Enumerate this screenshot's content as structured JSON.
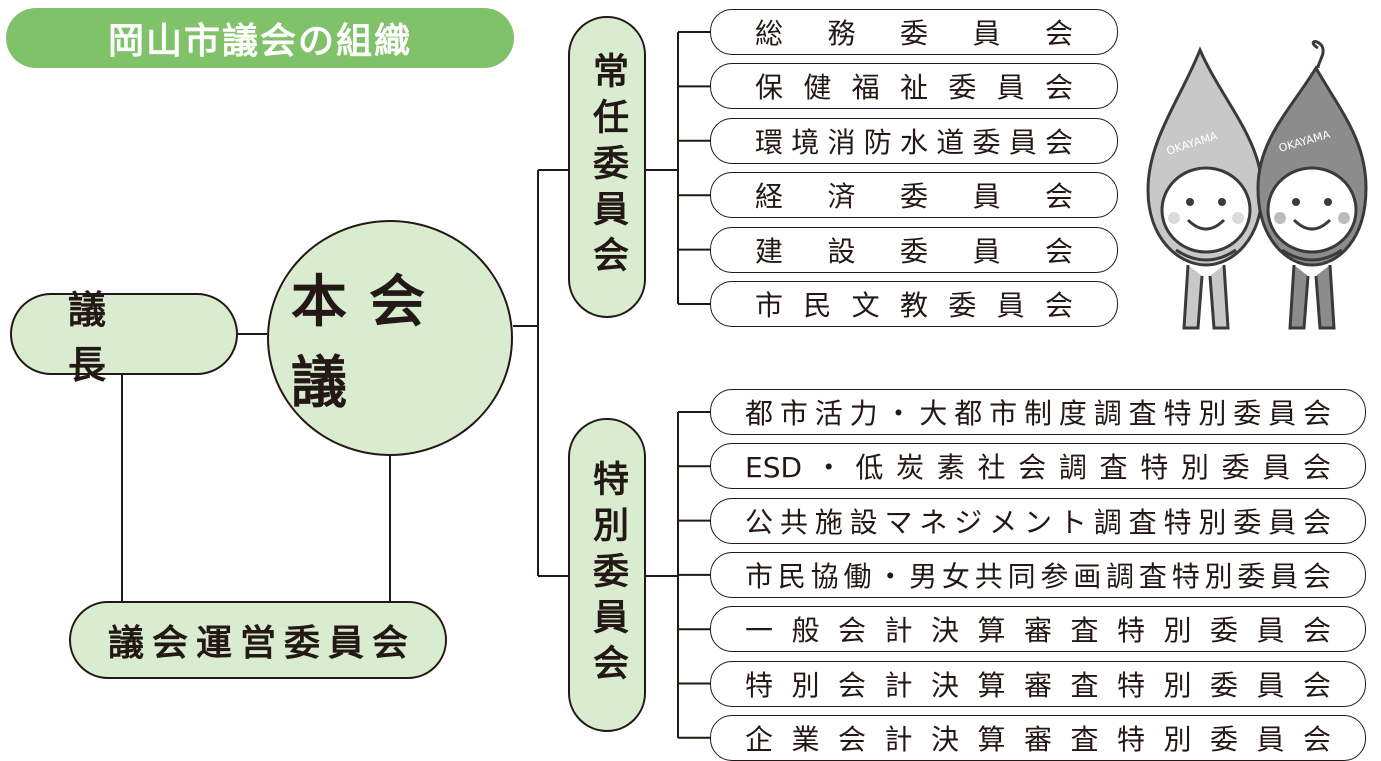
{
  "title": "岡山市議会の組織",
  "chair": "議 長",
  "plenary": "本会議",
  "steering": "議会運営委員会",
  "standing": {
    "label": "常任委員会",
    "committees": [
      "総務委員会",
      "保健福祉委員会",
      "環境消防水道委員会",
      "経済委員会",
      "建設委員会",
      "市民文教委員会"
    ]
  },
  "special": {
    "label": "特別委員会",
    "committees": [
      "都市活力・大都市制度調査特別委員会",
      "ESD・低炭素社会調査特別委員会",
      "公共施設マネジメント調査特別委員会",
      "市民協働・男女共同参画調査特別委員会",
      "一般会計決算審査特別委員会",
      "特別会計決算審査特別委員会",
      "企業会計決算審査特別委員会"
    ]
  },
  "mascot": {
    "left_text": "OKAYAMA",
    "right_text": "OKAYAMA",
    "left_color": "#c8c8c8",
    "right_color": "#8c8c8c"
  }
}
